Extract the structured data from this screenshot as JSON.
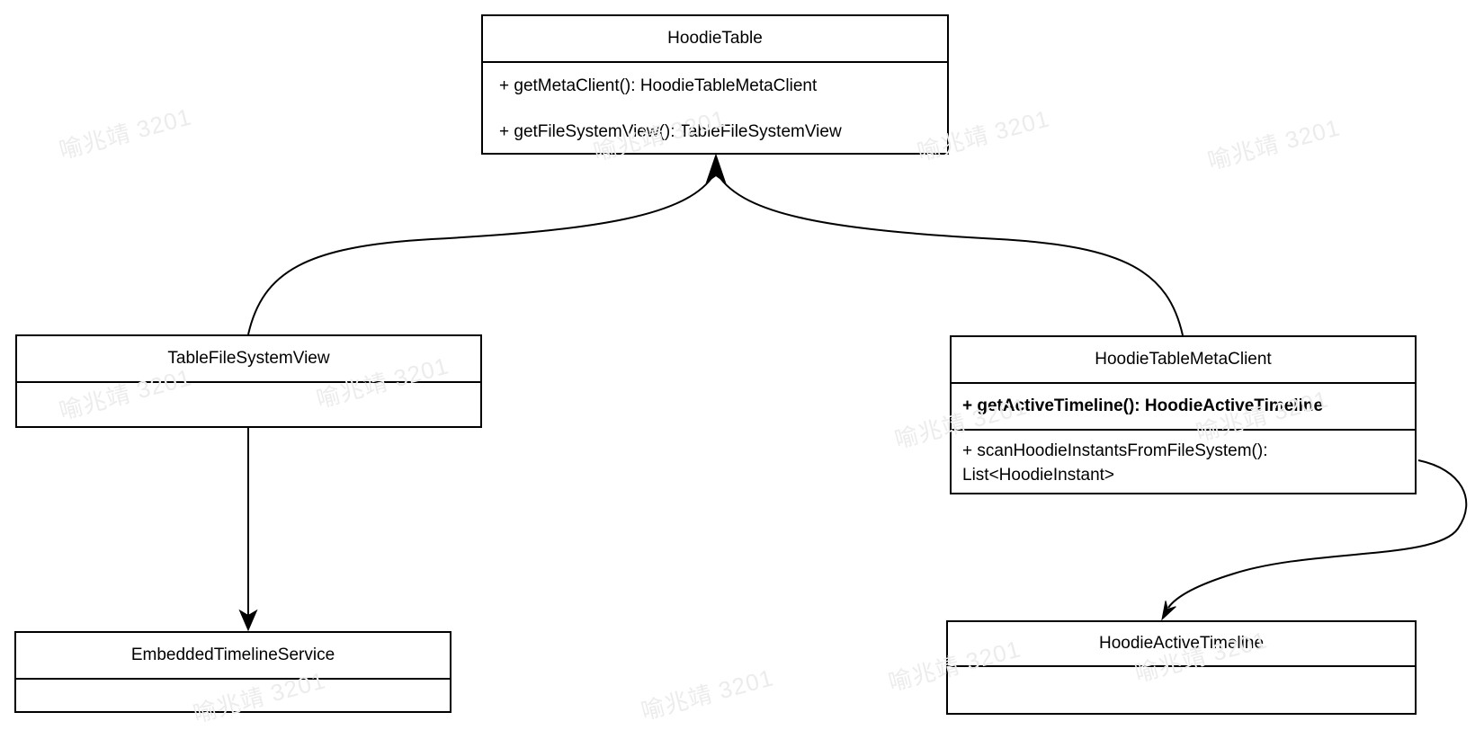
{
  "diagram": {
    "classes": {
      "hoodie_table": {
        "title": "HoodieTable",
        "methods": [
          "+ getMetaClient(): HoodieTableMetaClient",
          "+ getFileSystemView(): TableFileSystemView"
        ]
      },
      "table_file_system_view": {
        "title": "TableFileSystemView"
      },
      "hoodie_table_meta_client": {
        "title": "HoodieTableMetaClient",
        "method_bold": "+ getActiveTimeline(): HoodieActiveTimeline",
        "method_scan_line1": "+ scanHoodieInstantsFromFileSystem():",
        "method_scan_line2": "List<HoodieInstant>"
      },
      "embedded_timeline_service": {
        "title": "EmbeddedTimelineService"
      },
      "hoodie_active_timeline": {
        "title": "HoodieActiveTimeline"
      }
    },
    "watermark": {
      "text": "喻兆靖 3201",
      "color": "#ececec"
    },
    "colors": {
      "stroke": "#000000",
      "background": "#ffffff"
    }
  }
}
